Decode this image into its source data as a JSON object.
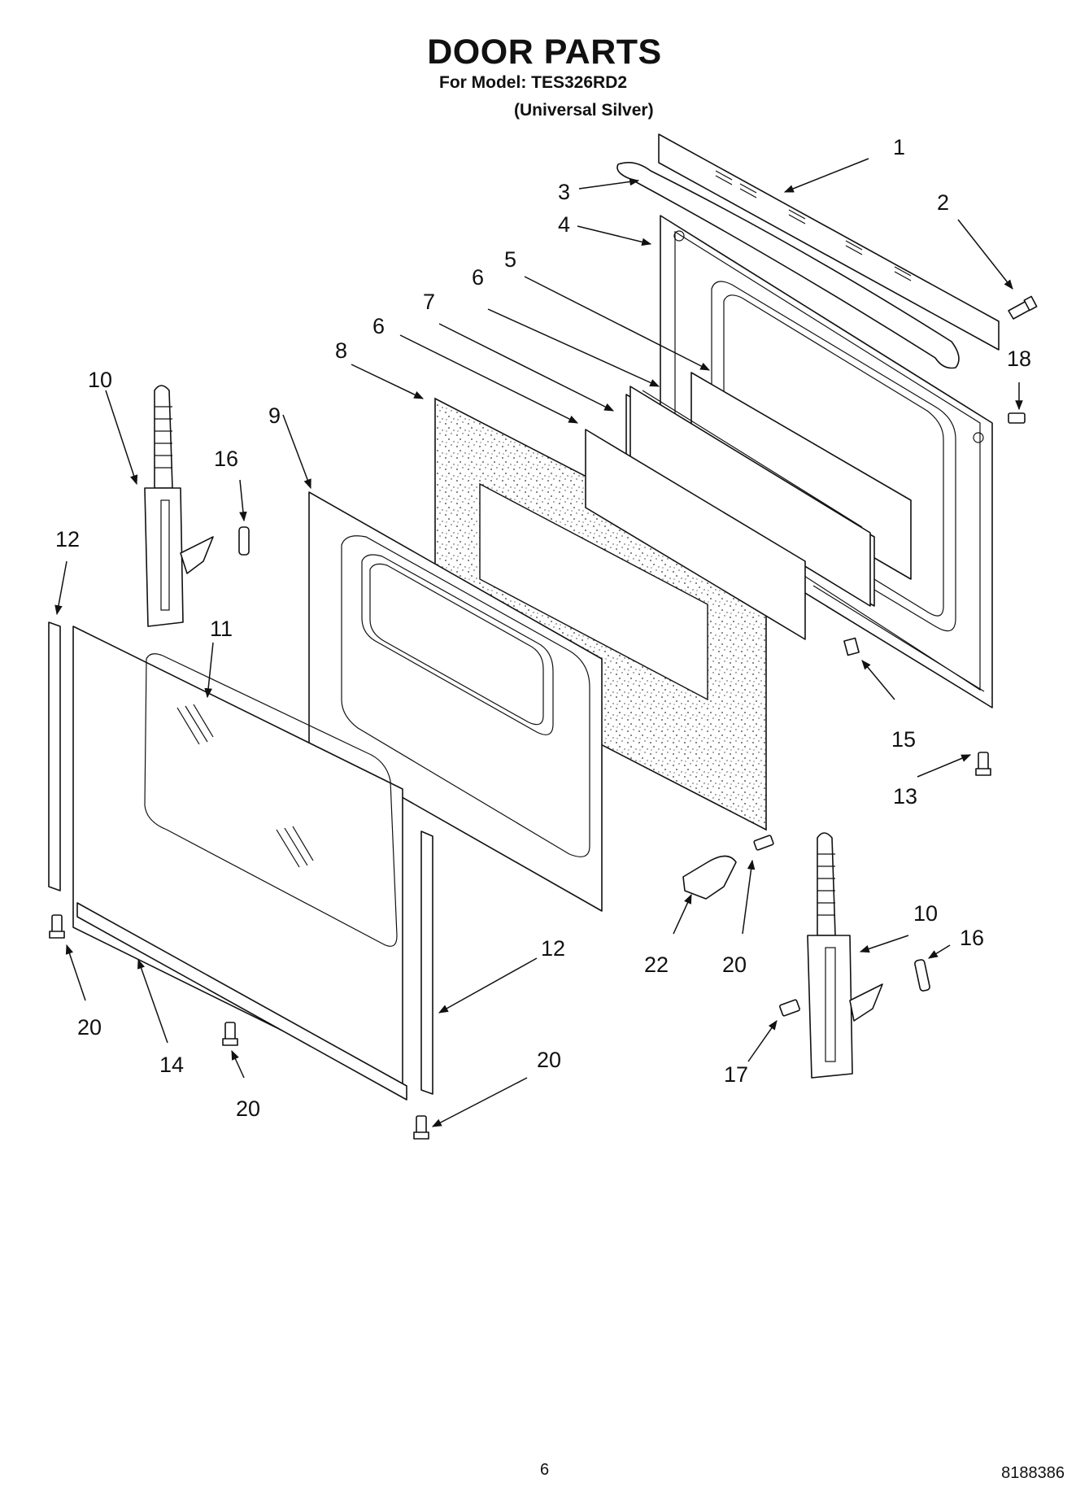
{
  "header": {
    "title": "DOOR PARTS",
    "model_line": "For Model: TES326RD2",
    "variant": "(Universal Silver)"
  },
  "callouts": [
    {
      "id": "c1",
      "label": "1"
    },
    {
      "id": "c2",
      "label": "2"
    },
    {
      "id": "c3",
      "label": "3"
    },
    {
      "id": "c4",
      "label": "4"
    },
    {
      "id": "c5",
      "label": "5"
    },
    {
      "id": "c6a",
      "label": "6"
    },
    {
      "id": "c6b",
      "label": "6"
    },
    {
      "id": "c7",
      "label": "7"
    },
    {
      "id": "c8",
      "label": "8"
    },
    {
      "id": "c9",
      "label": "9"
    },
    {
      "id": "c10a",
      "label": "10"
    },
    {
      "id": "c10b",
      "label": "10"
    },
    {
      "id": "c11",
      "label": "11"
    },
    {
      "id": "c12a",
      "label": "12"
    },
    {
      "id": "c12b",
      "label": "12"
    },
    {
      "id": "c13",
      "label": "13"
    },
    {
      "id": "c14",
      "label": "14"
    },
    {
      "id": "c15",
      "label": "15"
    },
    {
      "id": "c16a",
      "label": "16"
    },
    {
      "id": "c16b",
      "label": "16"
    },
    {
      "id": "c17",
      "label": "17"
    },
    {
      "id": "c18",
      "label": "18"
    },
    {
      "id": "c20a",
      "label": "20"
    },
    {
      "id": "c20b",
      "label": "20"
    },
    {
      "id": "c20c",
      "label": "20"
    },
    {
      "id": "c20d",
      "label": "20"
    },
    {
      "id": "c22",
      "label": "22"
    }
  ],
  "footer": {
    "page_number": "6",
    "document_number": "8188386"
  }
}
